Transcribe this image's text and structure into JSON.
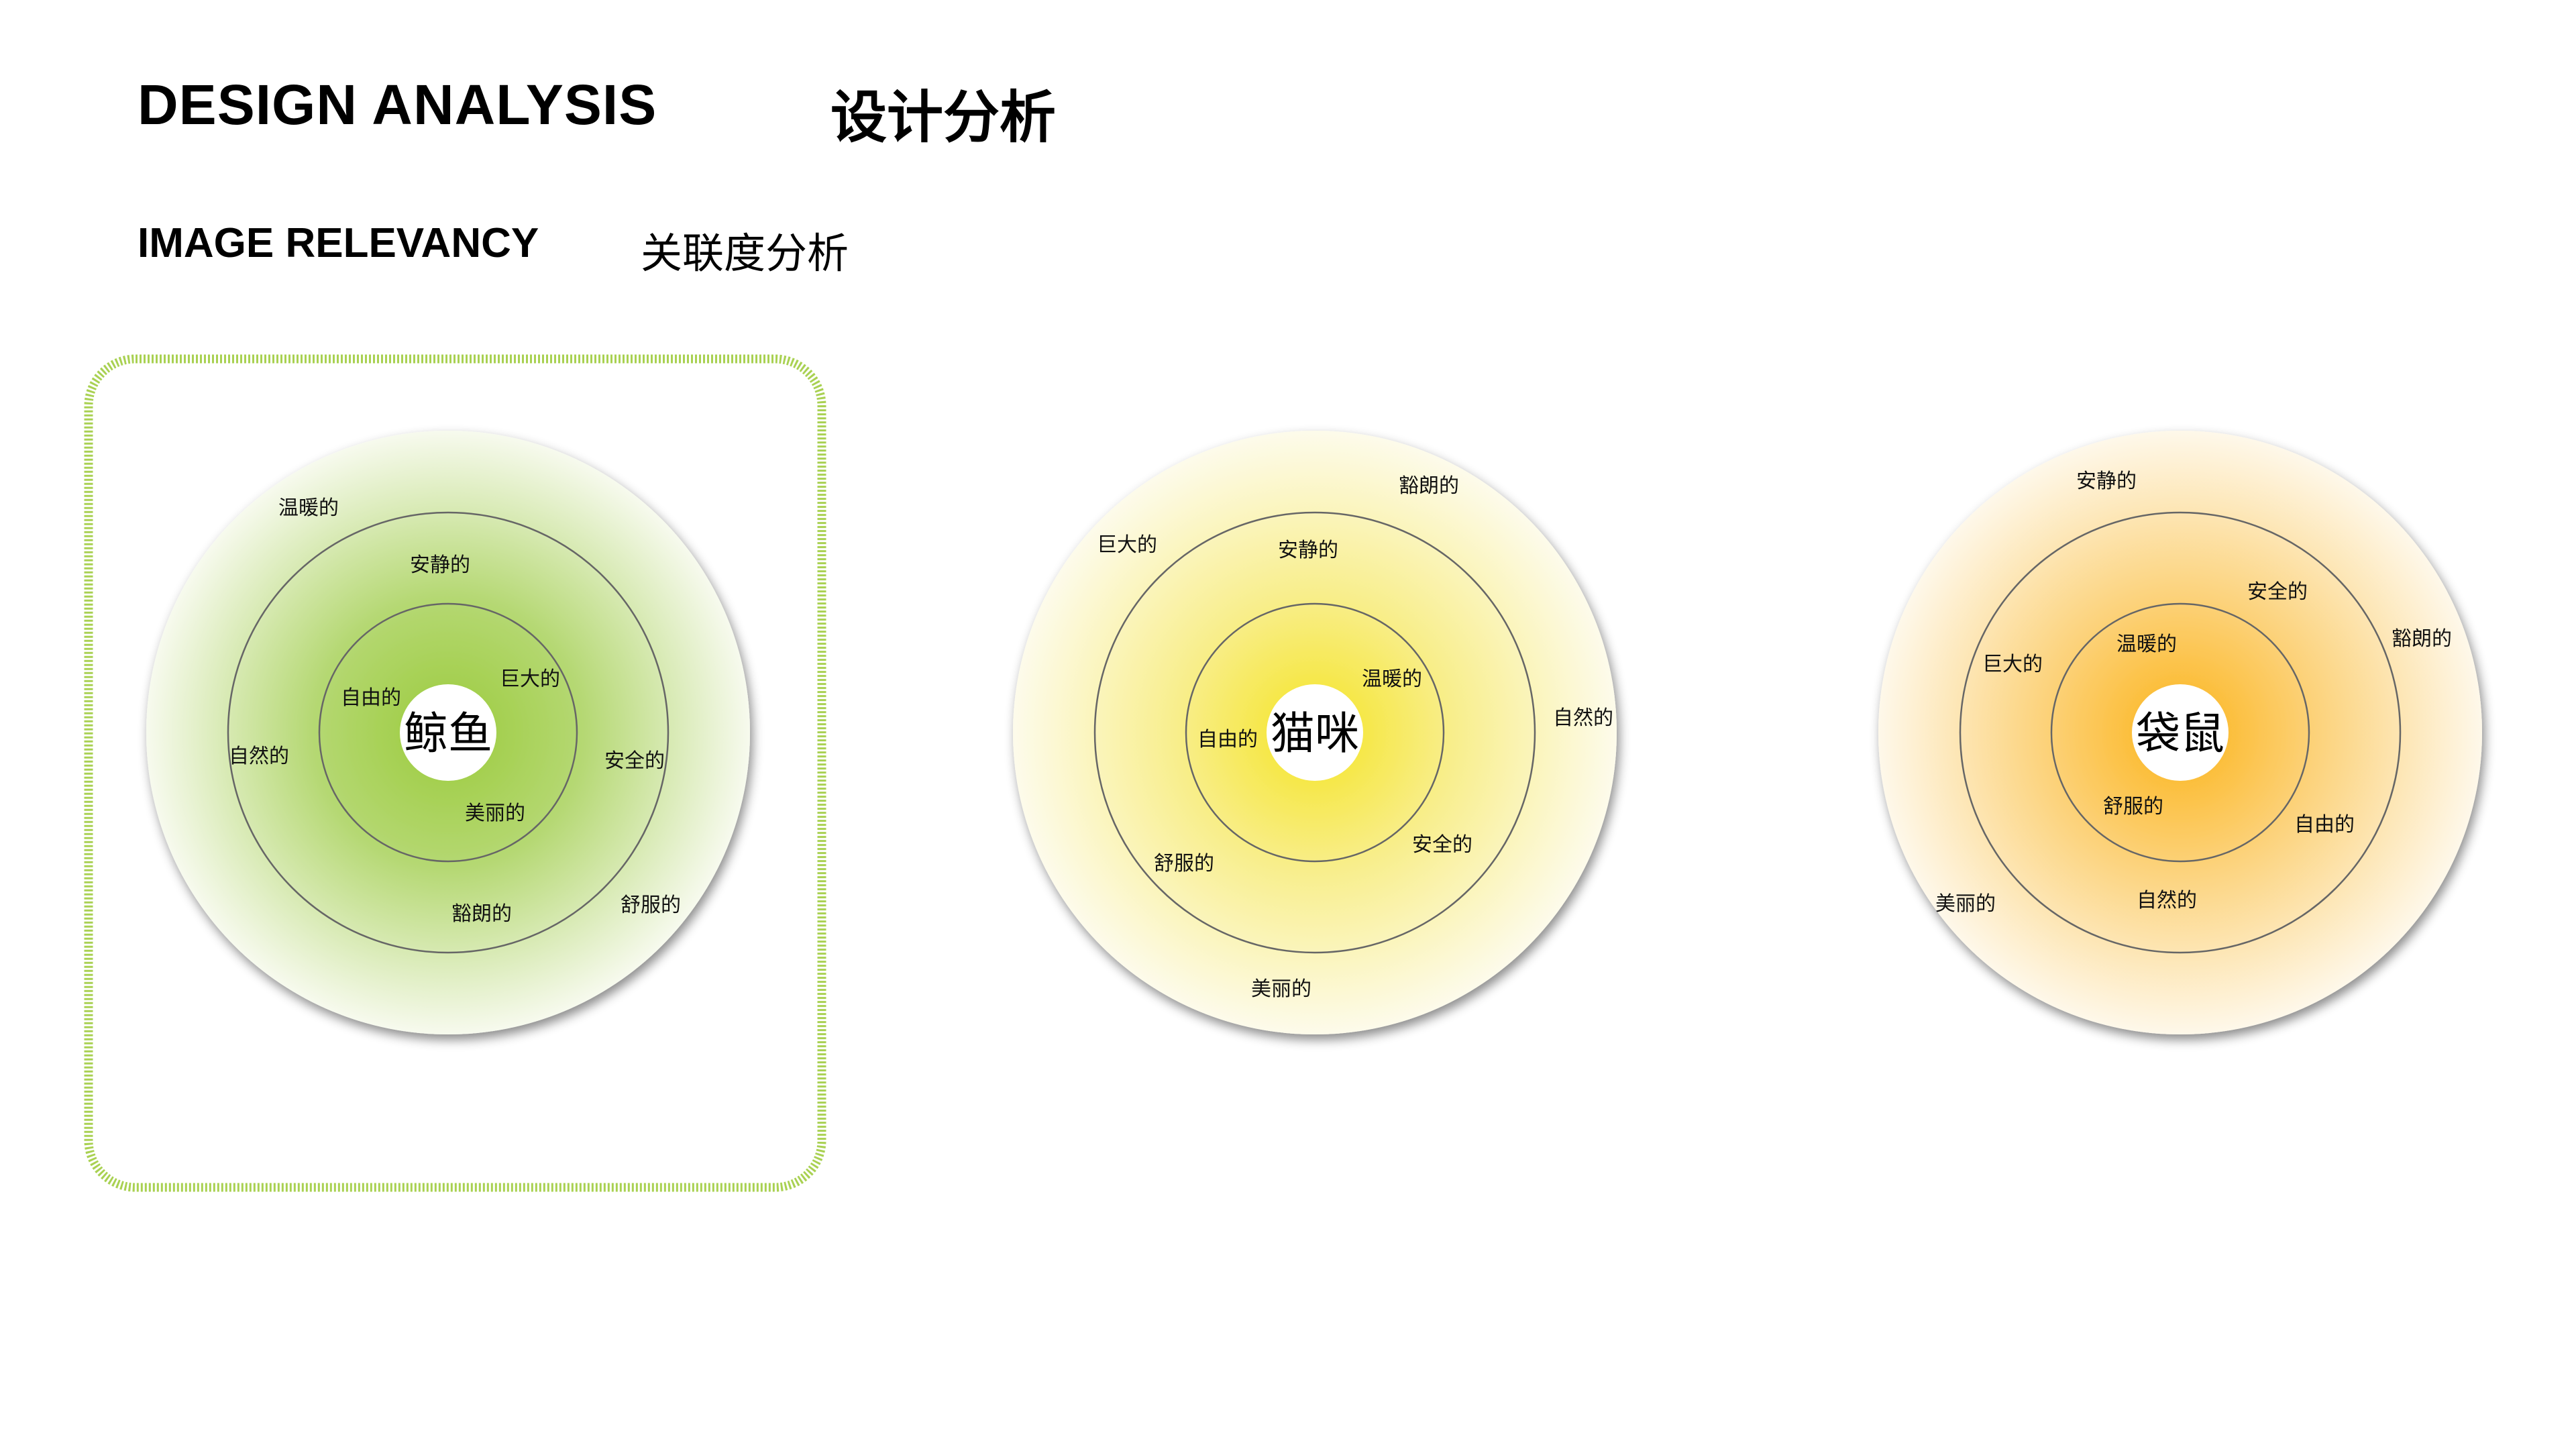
{
  "header": {
    "title_en": "DESIGN ANALYSIS",
    "title_cn": "设计分析",
    "subtitle_en": "IMAGE RELEVANCY",
    "subtitle_cn": "关联度分析"
  },
  "colors": {
    "green": "#9bcb3c",
    "yellow": "#f5e425",
    "orange": "#fbb41a",
    "highlight_border": "#a9d152",
    "ring_line": "#666666"
  },
  "diagrams": [
    {
      "center": "鲸鱼",
      "theme": "green",
      "highlighted": true,
      "inner_ring": [
        "自由的",
        "巨大的",
        "美丽的"
      ],
      "middle_ring": [
        "安静的",
        "自然的",
        "安全的",
        "豁朗的"
      ],
      "outer_ring": [
        "温暖的",
        "舒服的"
      ]
    },
    {
      "center": "猫咪",
      "theme": "yellow",
      "highlighted": false,
      "inner_ring": [
        "自由的",
        "温暖的"
      ],
      "middle_ring": [
        "安静的",
        "安全的",
        "舒服的"
      ],
      "outer_ring": [
        "巨大的",
        "豁朗的",
        "自然的",
        "美丽的"
      ]
    },
    {
      "center": "袋鼠",
      "theme": "orange",
      "highlighted": false,
      "inner_ring": [
        "温暖的",
        "舒服的"
      ],
      "middle_ring": [
        "安全的",
        "巨大的",
        "自由的",
        "自然的"
      ],
      "outer_ring": [
        "安静的",
        "豁朗的",
        "美丽的"
      ]
    }
  ]
}
